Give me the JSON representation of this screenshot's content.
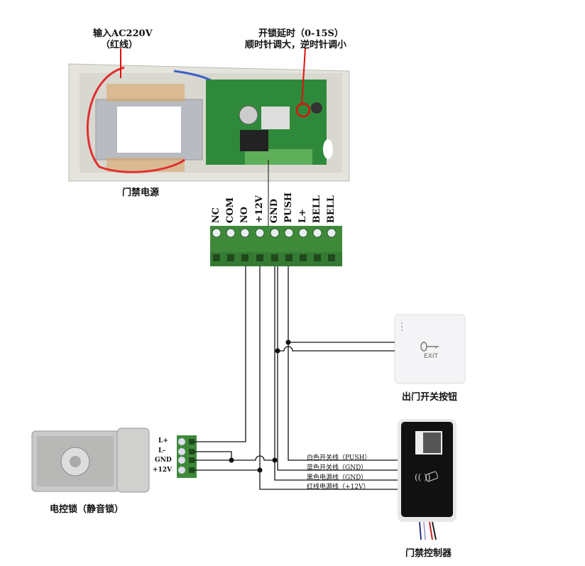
{
  "labels": {
    "ac_input_line1": "输入AC220V",
    "ac_input_line2": "（红线）",
    "delay_line1": "开锁延时（0-15S）",
    "delay_line2": "顺时针调大，逆时针调小",
    "power_supply": "门禁电源",
    "exit_button": "出门开关按钮",
    "lock": "电控锁（静音锁）",
    "controller": "门禁控制器"
  },
  "terminals": [
    "NC",
    "COM",
    "NO",
    "+12V",
    "GND",
    "PUSH",
    "L+",
    "BELL",
    "BELL"
  ],
  "lock_terminals": [
    "L+",
    "L-",
    "GND",
    "+12V"
  ],
  "wires": [
    "白色开关线（PUSH）",
    "蓝色开关线（GND）",
    "黑色电源线（GND）",
    "红线电源线（+12V）"
  ],
  "exit_button_text": "EXIT",
  "colors": {
    "terminal_green": "#3f8a3a",
    "annotation_red": "#e01010",
    "wire": "#111111"
  }
}
